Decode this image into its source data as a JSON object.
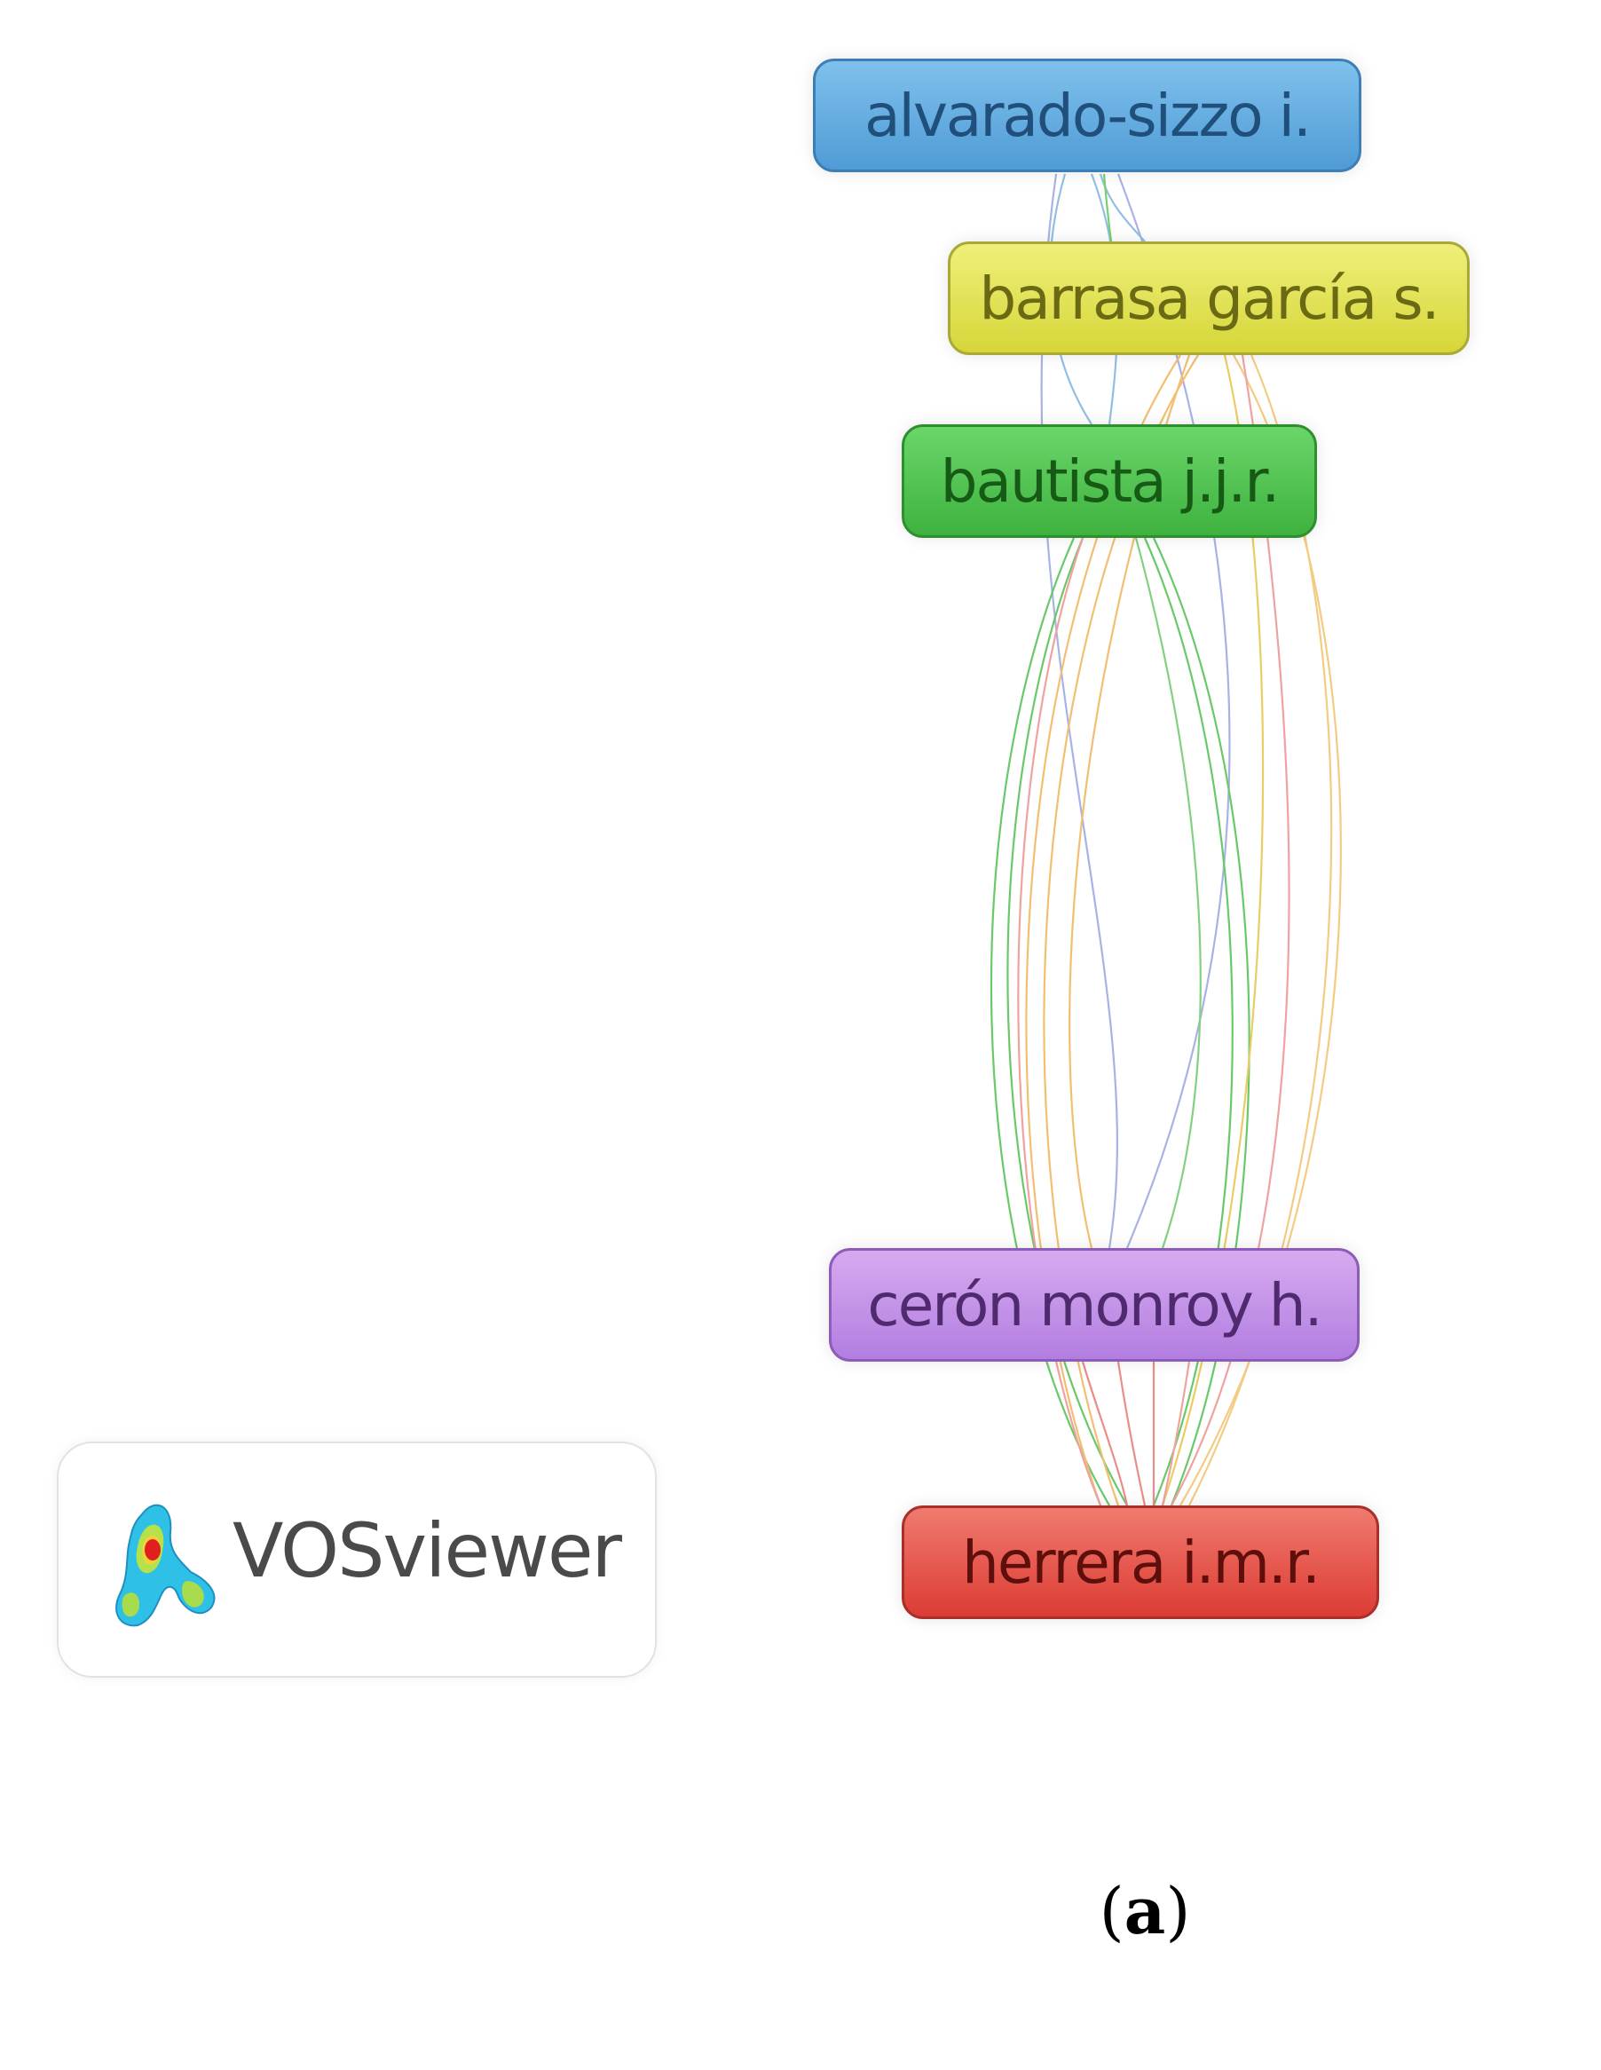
{
  "nodes": {
    "alvarado": {
      "label": "alvarado-sizzo i.",
      "color": "#5aa5dc"
    },
    "barrasa": {
      "label": "barrasa garcía s.",
      "color": "#dede48"
    },
    "bautista": {
      "label": "bautista j.j.r.",
      "color": "#4cc24c"
    },
    "ceron": {
      "label": "cerón monroy h.",
      "color": "#bd8ae6"
    },
    "herrera": {
      "label": "herrera i.m.r.",
      "color": "#e4493f"
    }
  },
  "logo": {
    "text": "VOSviewer"
  },
  "panel_label": {
    "open": "(",
    "letter": "a",
    "close": ")"
  }
}
